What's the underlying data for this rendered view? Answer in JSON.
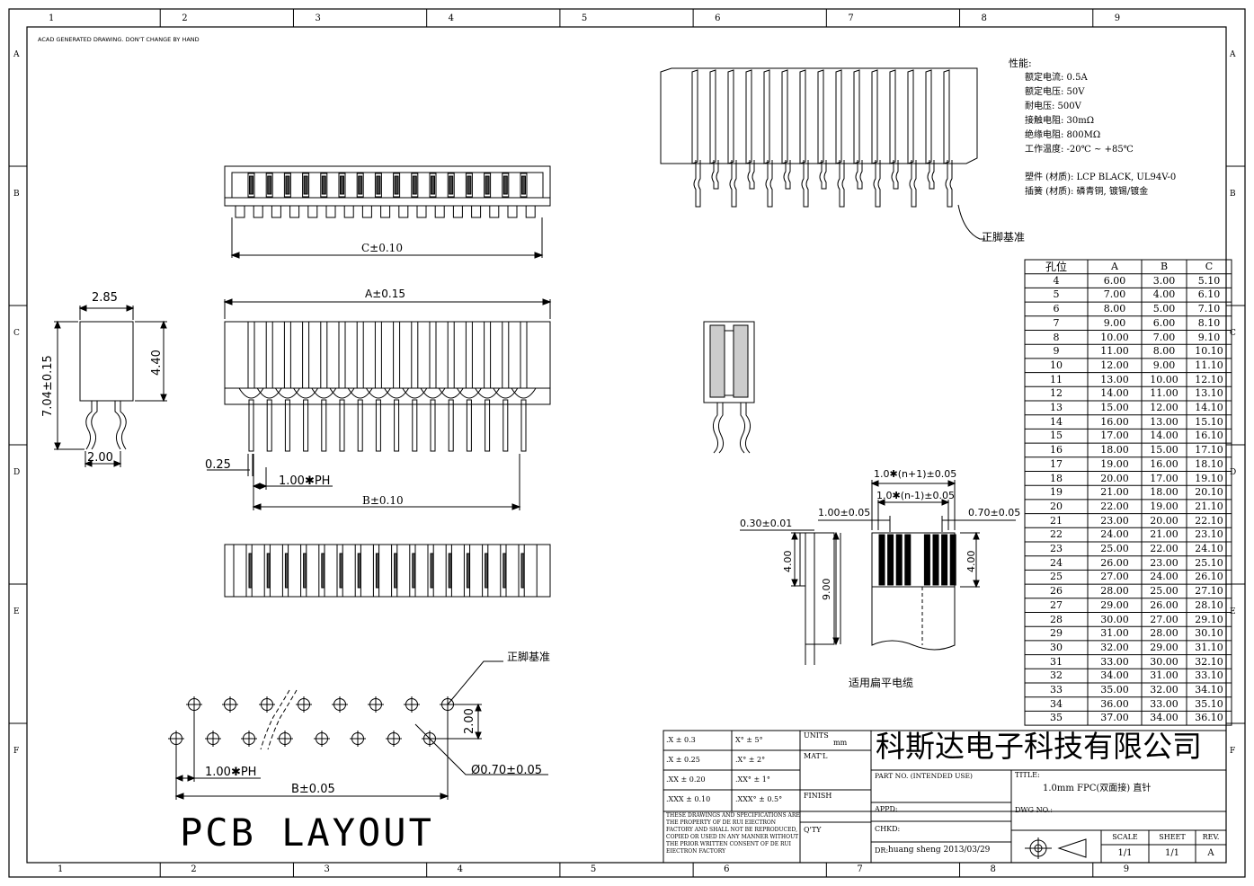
{
  "border": {
    "columns": [
      "1",
      "2",
      "3",
      "4",
      "5",
      "6",
      "7",
      "8",
      "9"
    ],
    "rows": [
      "A",
      "B",
      "C",
      "D",
      "E",
      "F"
    ]
  },
  "header_note": "ACAD GENERATED DRAWING. DON'T CHANGE BY HAND",
  "specs": {
    "heading": "性能:",
    "lines": [
      "额定电流: 0.5A",
      "额定电压: 50V",
      "耐电压: 500V",
      "接触电阻:  30mΩ",
      "绝缘电阻: 800MΩ",
      "工作温度: -20℃ ~ +85℃"
    ],
    "materials": [
      "塑件 (材质): LCP BLACK, UL94V-0",
      "插簧 (材质): 磷青铜, 镀锡/镀金"
    ]
  },
  "labels": {
    "positive_pin_ref_top": "正脚基准",
    "positive_pin_ref_pcb": "正脚基准",
    "applicable_cable": "适用扁平电缆",
    "pcb_layout": "PCB LAYOUT"
  },
  "dimensions": {
    "c": "C±0.10",
    "a": "A±0.15",
    "b": "B±0.10",
    "w_285": "2.85",
    "h_440": "4.40",
    "h_704": "7.04±0.15",
    "w_200": "2.00",
    "pin_025": "0.25",
    "pitch": "1.00✱PH",
    "n_plus_1": "1.0✱(n+1)±0.05",
    "n_minus_1": "1.0✱(n-1)±0.05",
    "w_100": "1.00±0.05",
    "w_070": "0.70±0.05",
    "t_030": "0.30±0.01",
    "h_400_left": "4.00",
    "h_900": "9.00",
    "h_400_right": "4.00",
    "pcb_200": "2.00",
    "pcb_pitch": "1.00✱PH",
    "pcb_b": "B±0.05",
    "pcb_hole": "Ø0.70±0.05"
  },
  "table": {
    "headers": [
      "孔位",
      "A",
      "B",
      "C"
    ],
    "rows": [
      [
        "4",
        "6.00",
        "3.00",
        "5.10"
      ],
      [
        "5",
        "7.00",
        "4.00",
        "6.10"
      ],
      [
        "6",
        "8.00",
        "5.00",
        "7.10"
      ],
      [
        "7",
        "9.00",
        "6.00",
        "8.10"
      ],
      [
        "8",
        "10.00",
        "7.00",
        "9.10"
      ],
      [
        "9",
        "11.00",
        "8.00",
        "10.10"
      ],
      [
        "10",
        "12.00",
        "9.00",
        "11.10"
      ],
      [
        "11",
        "13.00",
        "10.00",
        "12.10"
      ],
      [
        "12",
        "14.00",
        "11.00",
        "13.10"
      ],
      [
        "13",
        "15.00",
        "12.00",
        "14.10"
      ],
      [
        "14",
        "16.00",
        "13.00",
        "15.10"
      ],
      [
        "15",
        "17.00",
        "14.00",
        "16.10"
      ],
      [
        "16",
        "18.00",
        "15.00",
        "17.10"
      ],
      [
        "17",
        "19.00",
        "16.00",
        "18.10"
      ],
      [
        "18",
        "20.00",
        "17.00",
        "19.10"
      ],
      [
        "19",
        "21.00",
        "18.00",
        "20.10"
      ],
      [
        "20",
        "22.00",
        "19.00",
        "21.10"
      ],
      [
        "21",
        "23.00",
        "20.00",
        "22.10"
      ],
      [
        "22",
        "24.00",
        "21.00",
        "23.10"
      ],
      [
        "23",
        "25.00",
        "22.00",
        "24.10"
      ],
      [
        "24",
        "26.00",
        "23.00",
        "25.10"
      ],
      [
        "25",
        "27.00",
        "24.00",
        "26.10"
      ],
      [
        "26",
        "28.00",
        "25.00",
        "27.10"
      ],
      [
        "27",
        "29.00",
        "26.00",
        "28.10"
      ],
      [
        "28",
        "30.00",
        "27.00",
        "29.10"
      ],
      [
        "29",
        "31.00",
        "28.00",
        "30.10"
      ],
      [
        "30",
        "32.00",
        "29.00",
        "31.10"
      ],
      [
        "31",
        "33.00",
        "30.00",
        "32.10"
      ],
      [
        "32",
        "34.00",
        "31.00",
        "33.10"
      ],
      [
        "33",
        "35.00",
        "32.00",
        "34.10"
      ],
      [
        "34",
        "36.00",
        "33.00",
        "35.10"
      ],
      [
        "35",
        "37.00",
        "34.00",
        "36.10"
      ]
    ]
  },
  "title_block": {
    "tolerances": [
      [
        ".X ± 0.3",
        "X° ± 5°"
      ],
      [
        ".X ± 0.25",
        ".X° ± 2°"
      ],
      [
        ".XX ± 0.20",
        ".XX° ± 1°"
      ],
      [
        ".XXX ± 0.10",
        ".XXX° ± 0.5°"
      ]
    ],
    "units_label": "UNITS",
    "units_value": "mm",
    "matl_label": "MAT'L",
    "finish_label": "FINISH",
    "qty_label": "Q'TY",
    "notice": [
      "THESE DRAWINGS AND SPECIFICATIONS ARE",
      "THE PROPERTY OF DE RUI EIECTRON",
      "FACTORY AND SHALL NOT BE REPRODUCED,",
      "COPIED OR USED IN ANY MANNER WITHOUT",
      "THE PRIOR WRITTEN CONSENT OF DE RUI",
      "EIECTRON FACTORY"
    ],
    "company": "科斯达电子科技有限公司",
    "part_no_label": "PART NO. (INTENDED USE)",
    "title_label": "TITLE:",
    "title_value": "1.0mm FPC(双面接) 直针",
    "appd_label": "APPD:",
    "chkd_label": "CHKD:",
    "dr_label": "DR:",
    "dr_value": "huang sheng 2013/03/29",
    "dwg_label": "DWG NO.:",
    "scale_label": "SCALE",
    "scale_value": "1/1",
    "sheet_label": "SHEET",
    "sheet_value": "1/1",
    "rev_label": "REV.",
    "rev_value": "A"
  }
}
